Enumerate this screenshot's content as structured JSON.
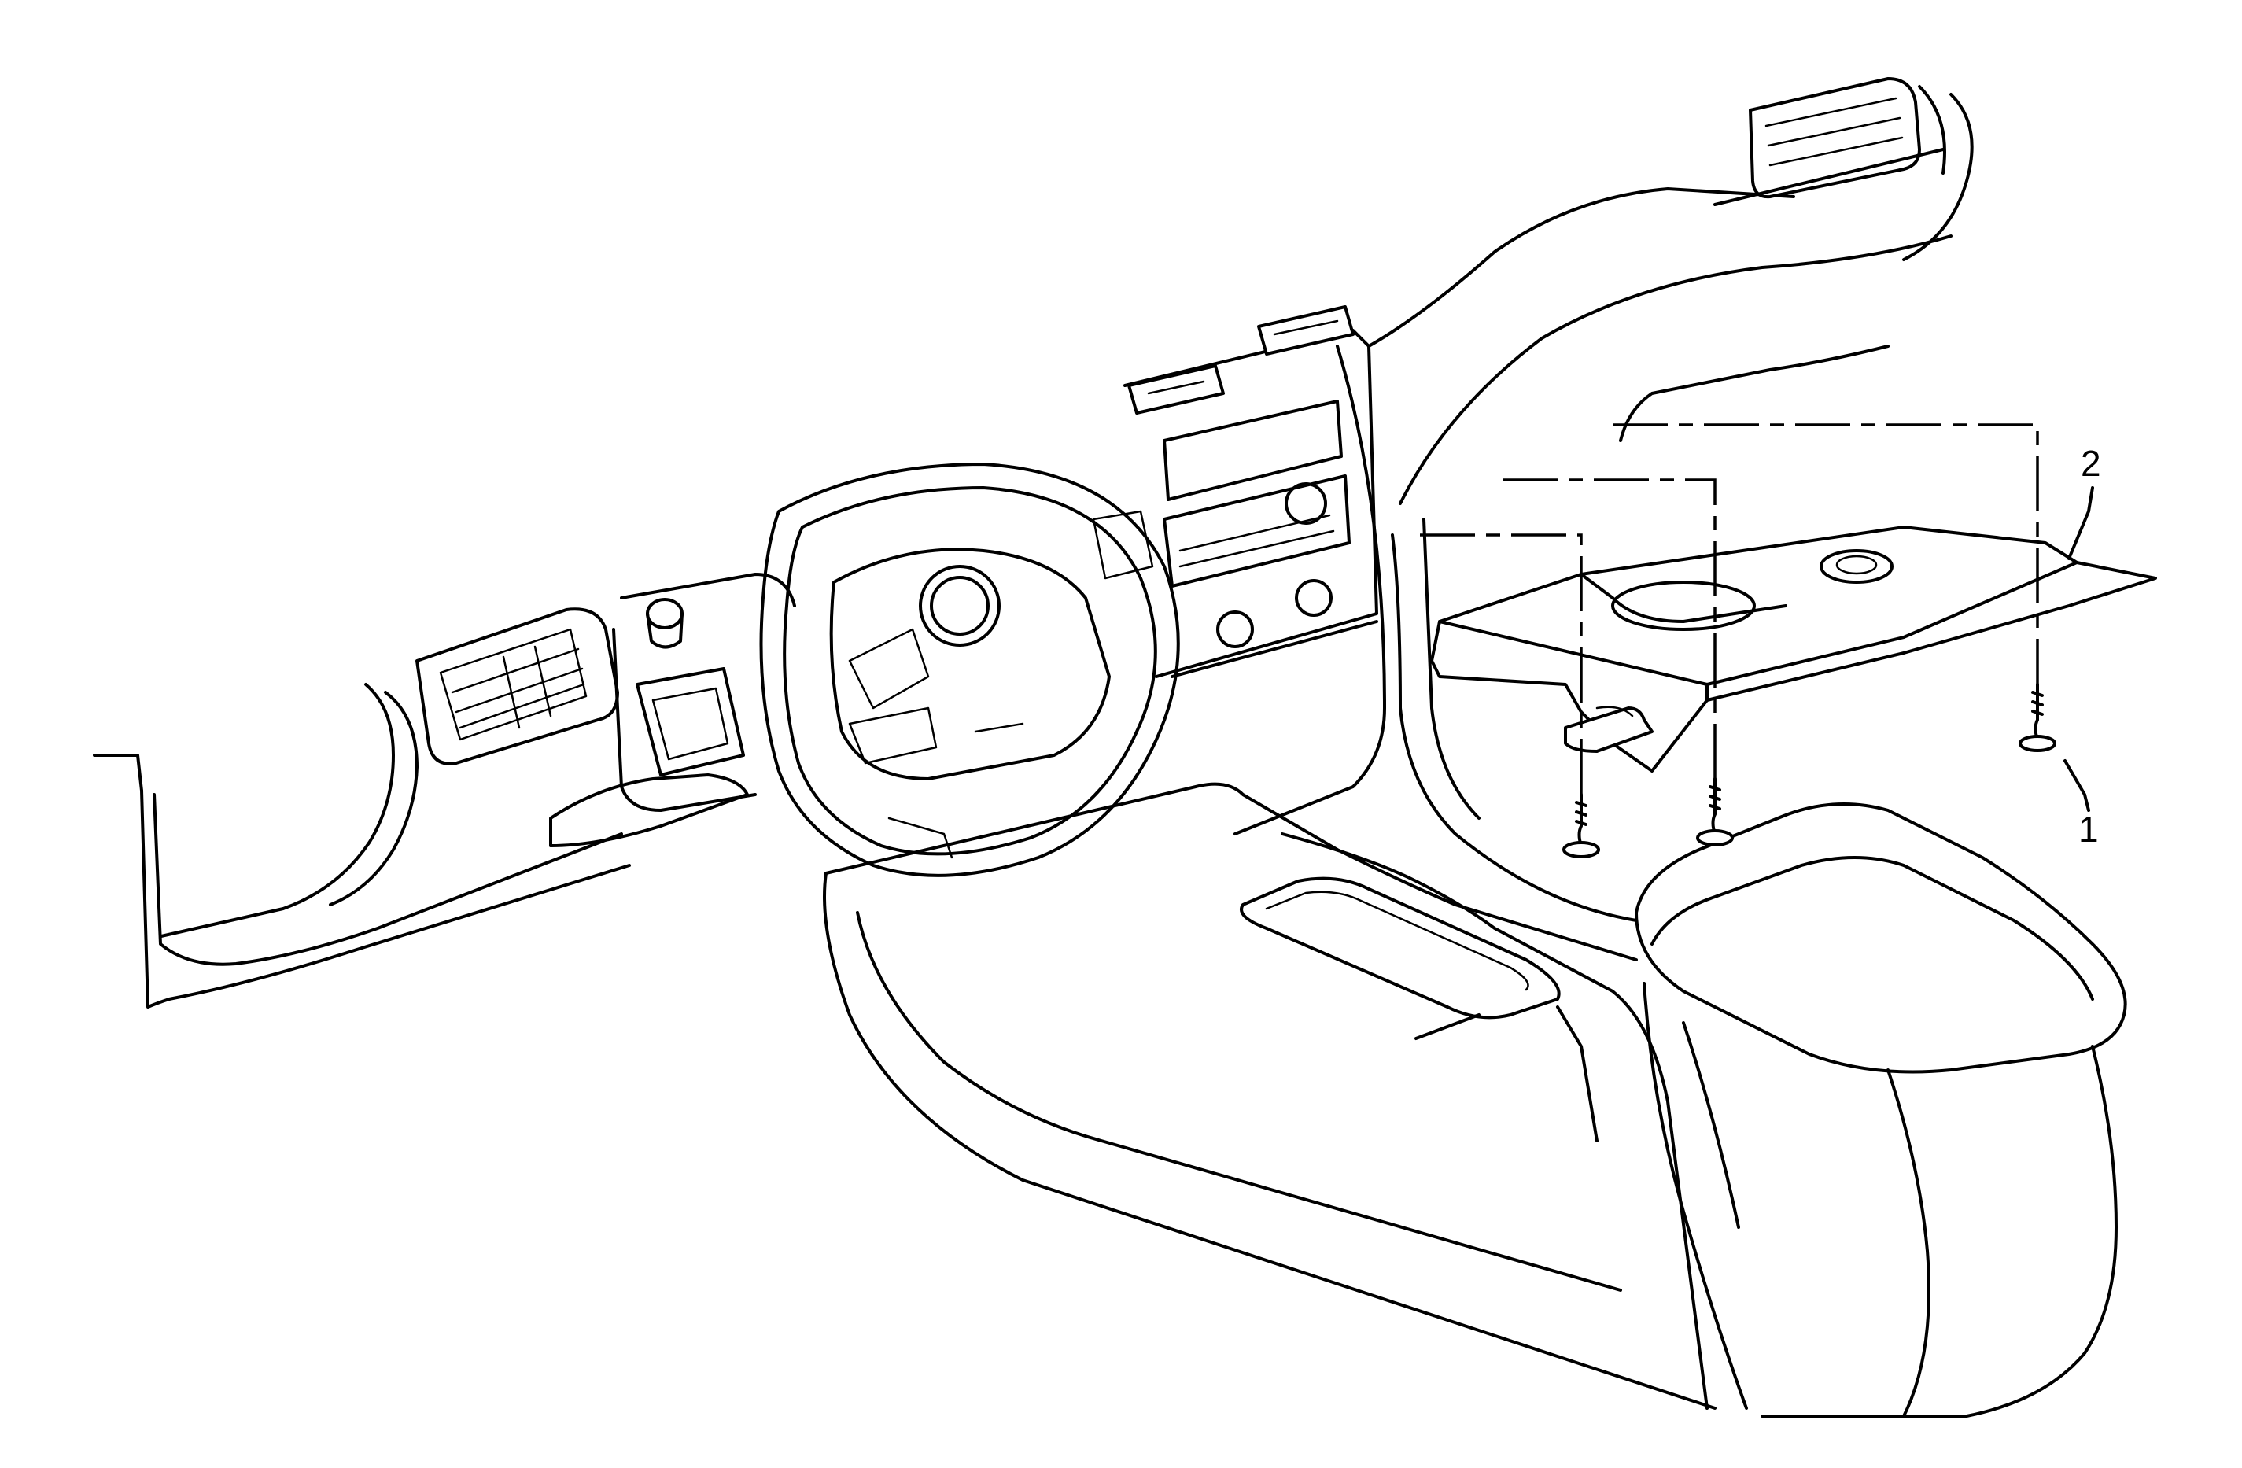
{
  "diagram": {
    "callouts": [
      {
        "id": "1",
        "text": "1",
        "part": "fastener"
      },
      {
        "id": "2",
        "text": "2",
        "part": "center-console-trim-panel"
      }
    ]
  },
  "colors": {
    "line": "#000000",
    "background": "#ffffff"
  }
}
